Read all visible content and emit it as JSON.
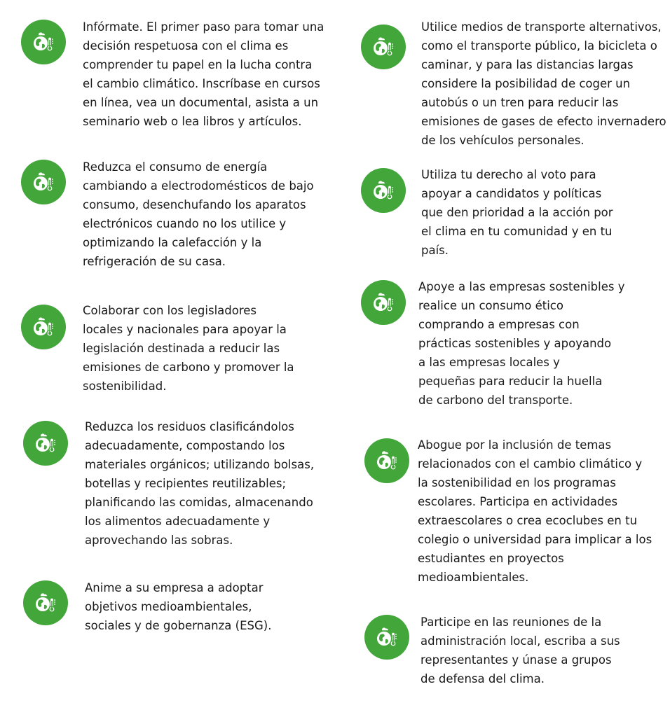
{
  "colors": {
    "icon_background": "#43a63a",
    "icon_foreground": "#ffffff",
    "text": "#1a1a1a",
    "page_background": "#ffffff"
  },
  "icon": "earth-thermometer-icon",
  "left_column": [
    {
      "text": "Infórmate. El primer paso para tomar una\ndecisión respetuosa con el clima es\ncomprender tu papel en la lucha contra\nel cambio climático. Inscríbase en cursos\nen línea, vea un documental, asista a un\nseminario web o lea libros y artículos."
    },
    {
      "text": "Reduzca el consumo de energía\n cambiando a electrodomésticos de bajo\nconsumo, desenchufando los aparatos\nelectrónicos cuando no los utilice y\noptimizando la calefacción y la\nrefrigeración de su casa."
    },
    {
      "text": "Colaborar con los legisladores\nlocales y nacionales para apoyar la\nlegislación destinada a reducir las\nemisiones de carbono y promover la\nsostenibilidad."
    },
    {
      "text": "Reduzca los residuos clasificándolos\nadecuadamente, compostando los\nmateriales orgánicos; utilizando bolsas,\nbotellas y recipientes reutilizables;\nplanificando las comidas, almacenando\nlos alimentos adecuadamente y\naprovechando las sobras."
    },
    {
      "text": "Anime a su empresa a adoptar\nobjetivos medioambientales,\nsociales y de gobernanza (ESG)."
    }
  ],
  "right_column": [
    {
      "text": "Utilice medios de transporte alternativos,\ncomo el transporte público, la bicicleta o\ncaminar, y para las distancias largas\nconsidere la posibilidad de coger un\nautobús o un tren para reducir las\nemisiones de gases de efecto invernadero\nde los vehículos personales."
    },
    {
      "text": "Utiliza tu derecho al voto para\napoyar a candidatos y políticas\nque den prioridad a la acción por\nel clima en tu comunidad y en tu\npaís."
    },
    {
      "text": "Apoye a las empresas sostenibles y\nrealice un consumo ético\ncomprando a empresas con\nprácticas sostenibles y apoyando\na las empresas locales y\npequeñas para reducir la huella\nde carbono del transporte."
    },
    {
      "text": "Abogue por la inclusión de temas\nrelacionados con el cambio climático y\nla sostenibilidad en los programas\nescolares. Participa en actividades\nextraescolares o crea ecoclubes en tu\ncolegio o universidad para implicar a los\nestudiantes en proyectos\nmedioambientales."
    },
    {
      "text": "Participe en las reuniones de la\nadministración local, escriba a sus\nrepresentantes y únase a grupos\nde defensa del clima."
    }
  ]
}
